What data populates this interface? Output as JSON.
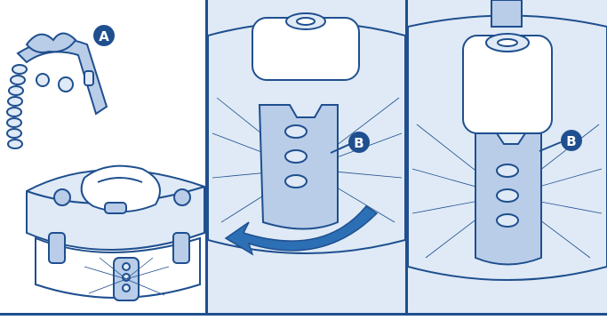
{
  "labels": {
    "a": "A",
    "b_step2": "B",
    "b_step3": "B"
  },
  "colors": {
    "outline": "#1f4f8f",
    "fill_light": "#dfeaf6",
    "fill_mid": "#b9cde8",
    "badge": "#1f4f8f",
    "arrow": "#2c6fb5"
  }
}
